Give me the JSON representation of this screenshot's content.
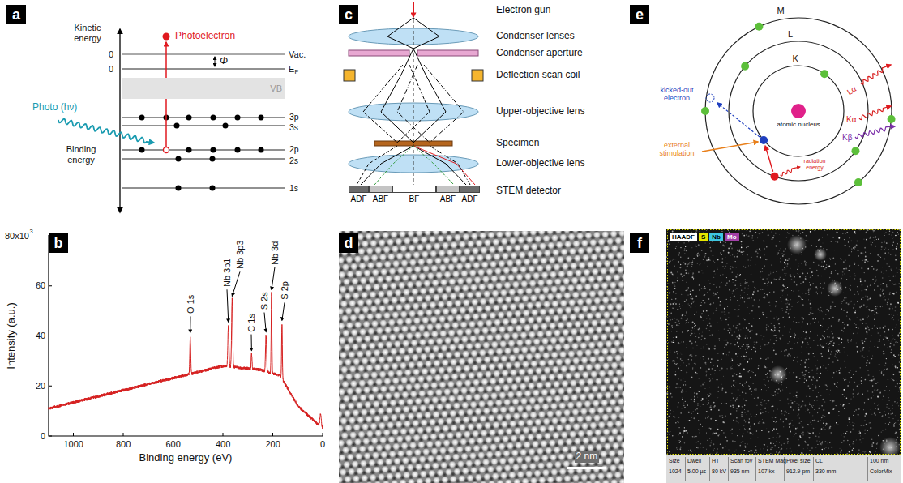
{
  "diagram": {
    "nodes": [
      {
        "text": [
          "a"
        ]
      },
      {
        "text": [
          "VB"
        ]
      },
      {
        "text": [
          "b"
        ]
      },
      {
        "text": [
          "c"
        ]
      },
      {
        "text": [
          "ADF"
        ]
      },
      {
        "text": [
          "ABF"
        ]
      },
      {
        "text": [
          "BF"
        ]
      },
      {
        "text": [
          "ABF"
        ]
      },
      {
        "text": [
          "ADF"
        ]
      },
      {
        "text": [
          "d"
        ]
      },
      {
        "text": [
          "e"
        ]
      },
      {
        "text": [
          "f"
        ]
      },
      {
        "text": [
          "HAADF"
        ]
      },
      {
        "text": [
          "S"
        ]
      },
      {
        "text": [
          "Nb"
        ]
      },
      {
        "text": [
          "Mo"
        ]
      }
    ],
    "labels": [
      "Kinetic energy",
      "Photoelectron",
      "0",
      "Vac.",
      "Φ",
      "E",
      "F",
      "0",
      "Photo (hν)",
      "3p",
      "3s",
      "Binding energy",
      "2p",
      "2s",
      "1s",
      "80x10",
      "3",
      "60",
      "40",
      "20",
      "0",
      "1000",
      "800",
      "600",
      "400",
      "200",
      "0",
      "Intensity (a.u.)",
      "Binding energy (eV)",
      "O 1s",
      "Nb 3p1",
      "Nb 3p3",
      "C 1s",
      "S 2s",
      "Nb 3d",
      "S 2p",
      "Electron gun",
      "Condenser lenses",
      "Condenser aperture",
      "Deflection scan coil",
      "Upper-objective lens",
      "Specimen",
      "Lower-objective lens",
      "STEM detector",
      "2 nm",
      "M",
      "L",
      "K",
      "atomic nucleus",
      "kicked-out electron",
      "external stimulation",
      "radiation energy",
      "Lα",
      "Kα",
      "Kβ",
      "Size",
      "Dwell",
      "HT",
      "Scan fov",
      "STEM Mag",
      "Pixel size",
      "CL",
      "100 nm",
      "1024",
      "5.00 µs",
      "80 kV",
      "935 nm",
      "107 kx",
      "912.9 pm",
      "330 mm",
      "ColorMix"
    ]
  }
}
